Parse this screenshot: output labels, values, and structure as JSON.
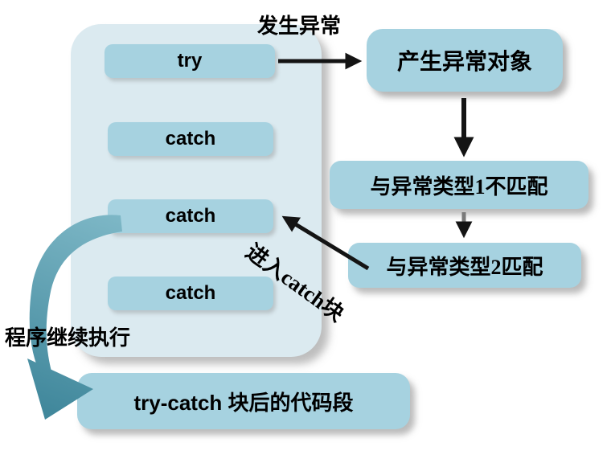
{
  "colors": {
    "page_bg": "#ffffff",
    "container_fill": "#dbeaf0",
    "box_fill": "#a6d2e0",
    "arrow_color": "#141414",
    "arrow_gray": "#7a7a7a",
    "swoosh_start": "#7db7c6",
    "swoosh_end": "#41889c",
    "text_color": "#000000"
  },
  "flow": {
    "try_label": "try",
    "catch_labels": [
      "catch",
      "catch",
      "catch"
    ],
    "exception_occurs": "发生异常",
    "create_exception": "产生异常对象",
    "type1_no_match": "与异常类型1不匹配",
    "type2_match": "与异常类型2匹配",
    "enter_catch": "进入catch块",
    "program_continues": "程序继续执行",
    "after_try_catch": "try-catch 块后的代码段"
  }
}
